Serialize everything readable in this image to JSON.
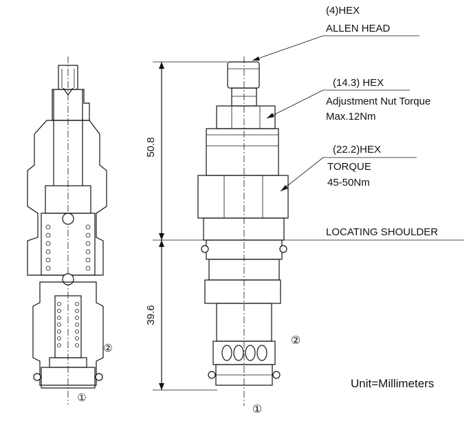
{
  "labels": {
    "hex_4_size": "(4)HEX",
    "hex_4_desc": "ALLEN HEAD",
    "hex_14_size": "(14.3) HEX",
    "hex_14_desc": "Adjustment Nut Torque",
    "hex_14_torque": "Max.12Nm",
    "hex_22_size": "(22.2)HEX",
    "hex_22_desc": "TORQUE",
    "hex_22_torque": "45-50Nm",
    "locating_shoulder": "LOCATING SHOULDER",
    "unit": "Unit=Millimeters"
  },
  "dimensions": {
    "upper": "50.8",
    "lower": "39.6"
  },
  "ports": {
    "port_1": "①",
    "port_2": "②"
  }
}
